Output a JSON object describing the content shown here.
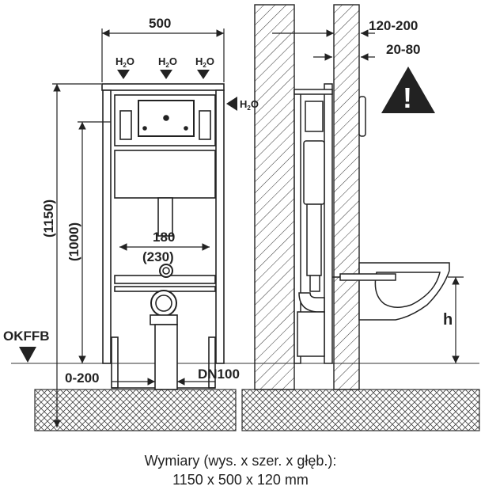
{
  "front": {
    "width_label": "500",
    "height_label": "(1150)",
    "inner_height_label": "(1000)",
    "spacing_label": "180",
    "spacing_alt_label": "(230)",
    "floor_label": "OKFFB",
    "adjust_label": "0-200",
    "drain_label": "DN100",
    "water_symbol": "H",
    "water_sub": "2",
    "water_suffix": "O"
  },
  "side": {
    "depth_label": "120-200",
    "gap_label": "20-80",
    "warning_glyph": "!",
    "height_symbol": "h"
  },
  "caption": {
    "line1": "Wymiary (wys. x szer. x głęb.):",
    "line2": "1150 x 500 x 120 mm"
  }
}
